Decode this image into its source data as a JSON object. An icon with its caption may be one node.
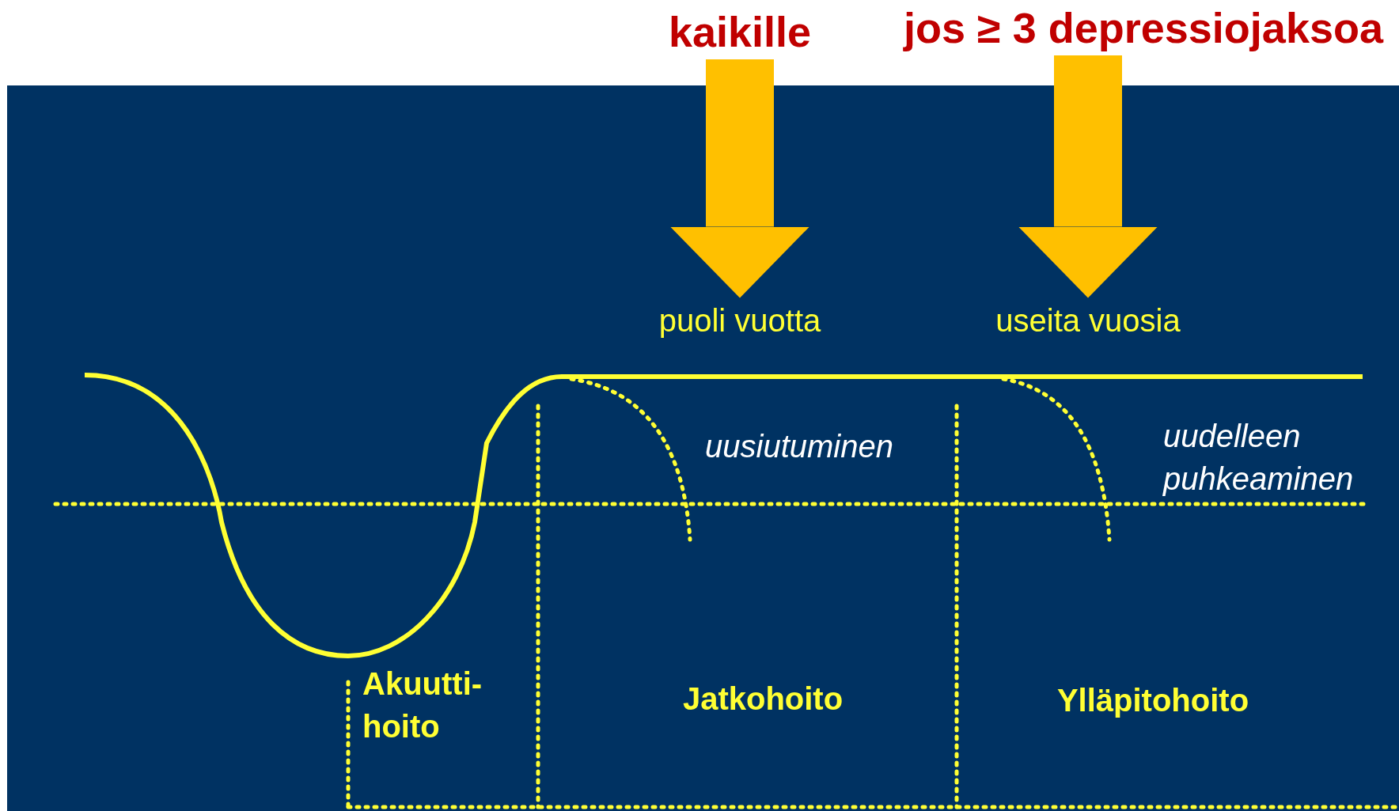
{
  "diagram": {
    "nodes": [
      {
        "text": [
          "kaikille"
        ]
      },
      {
        "text": [
          "puoli vuotta"
        ]
      },
      {
        "text": [
          "jos ≥ 3 depressiojaksoa"
        ]
      },
      {
        "text": [
          "useita vuosia"
        ]
      }
    ],
    "edges": [
      {
        "from": 0,
        "to": 1,
        "arrow": "to"
      },
      {
        "from": 2,
        "to": 3,
        "arrow": "to"
      }
    ],
    "labels": [
      "uusiutuminen",
      "uudelleen puhkeaminen",
      "Akuutti- hoito",
      "Jatkohoito",
      "Ylläpitohoito"
    ]
  }
}
